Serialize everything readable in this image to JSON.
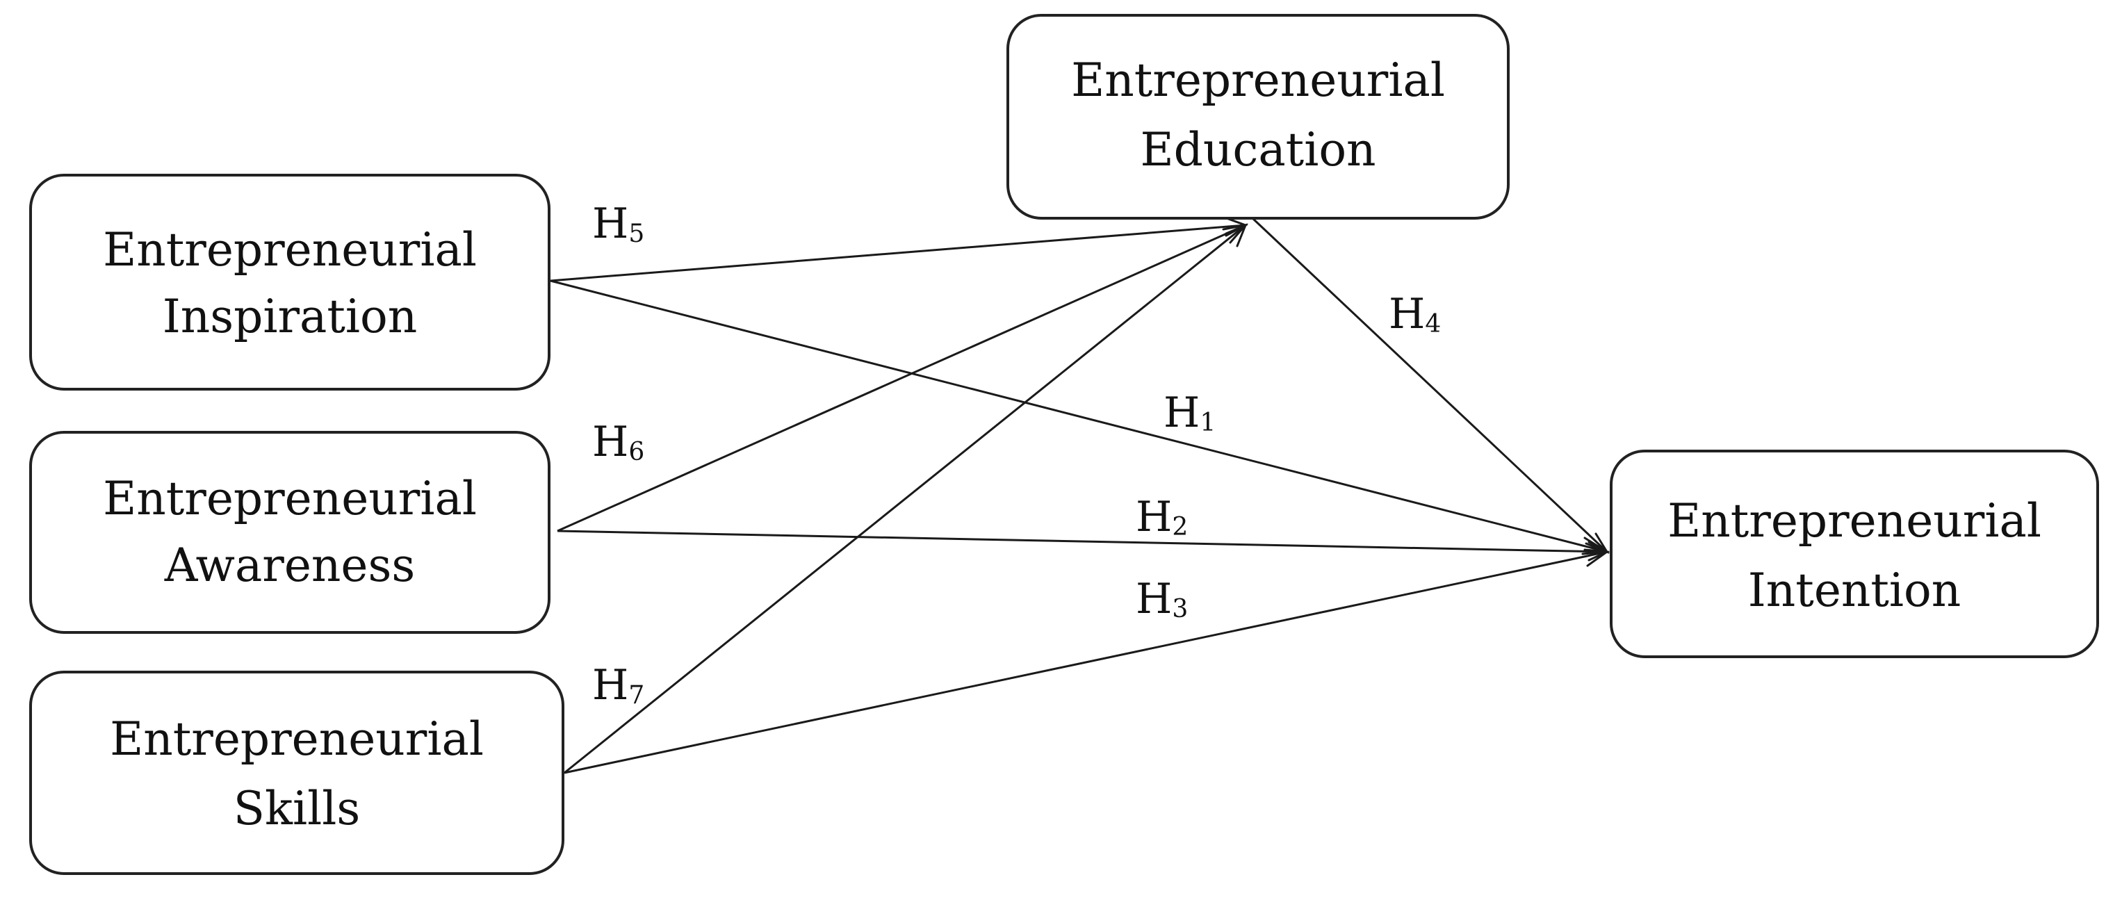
{
  "nodes": {
    "inspiration": {
      "line1": "Entrepreneurial",
      "line2": "Inspiration"
    },
    "awareness": {
      "line1": "Entrepreneurial",
      "line2": "Awareness"
    },
    "skills": {
      "line1": "Entrepreneurial",
      "line2": "Skills"
    },
    "education": {
      "line1": "Entrepreneurial",
      "line2": "Education"
    },
    "intention": {
      "line1": "Entrepreneurial",
      "line2": "Intention"
    }
  },
  "edges": {
    "h1": {
      "letter": "H",
      "sub": "1",
      "from": "Entrepreneurial Inspiration",
      "to": "Entrepreneurial Intention"
    },
    "h2": {
      "letter": "H",
      "sub": "2",
      "from": "Entrepreneurial Awareness",
      "to": "Entrepreneurial Intention"
    },
    "h3": {
      "letter": "H",
      "sub": "3",
      "from": "Entrepreneurial Skills",
      "to": "Entrepreneurial Intention"
    },
    "h4": {
      "letter": "H",
      "sub": "4",
      "from": "Entrepreneurial Education",
      "to": "Entrepreneurial Intention"
    },
    "h5": {
      "letter": "H",
      "sub": "5",
      "from": "Entrepreneurial Inspiration",
      "to": "Entrepreneurial Education"
    },
    "h6": {
      "letter": "H",
      "sub": "6",
      "from": "Entrepreneurial Awareness",
      "to": "Entrepreneurial Education"
    },
    "h7": {
      "letter": "H",
      "sub": "7",
      "from": "Entrepreneurial Skills",
      "to": "Entrepreneurial Education"
    }
  }
}
